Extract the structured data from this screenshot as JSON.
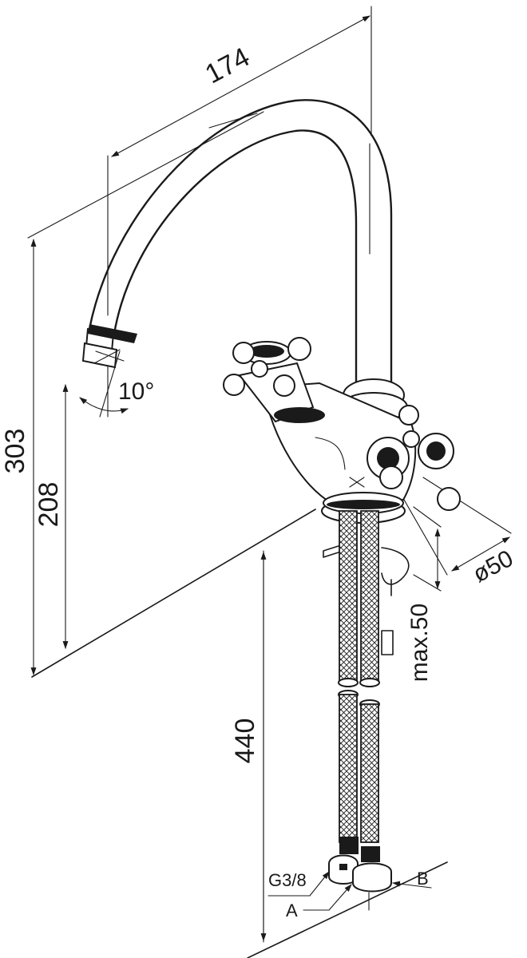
{
  "dimensions": {
    "spout_reach": "174",
    "total_height": "303",
    "outlet_height": "208",
    "spout_angle": "10°",
    "hose_length": "440",
    "base_diameter": "ø50",
    "max_thickness": "max.50"
  },
  "labels": {
    "thread": "G3/8",
    "inlet_a": "A",
    "inlet_b": "B"
  }
}
